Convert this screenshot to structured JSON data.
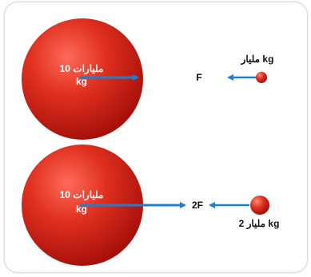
{
  "top": {
    "big_mass_line1": "10 مليارات",
    "big_mass_line2": "kg",
    "force_label": "F",
    "small_mass_label": "مليار kg"
  },
  "bottom": {
    "big_mass_line1": "10 مليارات",
    "big_mass_line2": "kg",
    "force_label": "2F",
    "small_mass_label": "2 مليار kg"
  },
  "colors": {
    "sphere": "#d8231c",
    "arrow": "#1f7fcf"
  }
}
